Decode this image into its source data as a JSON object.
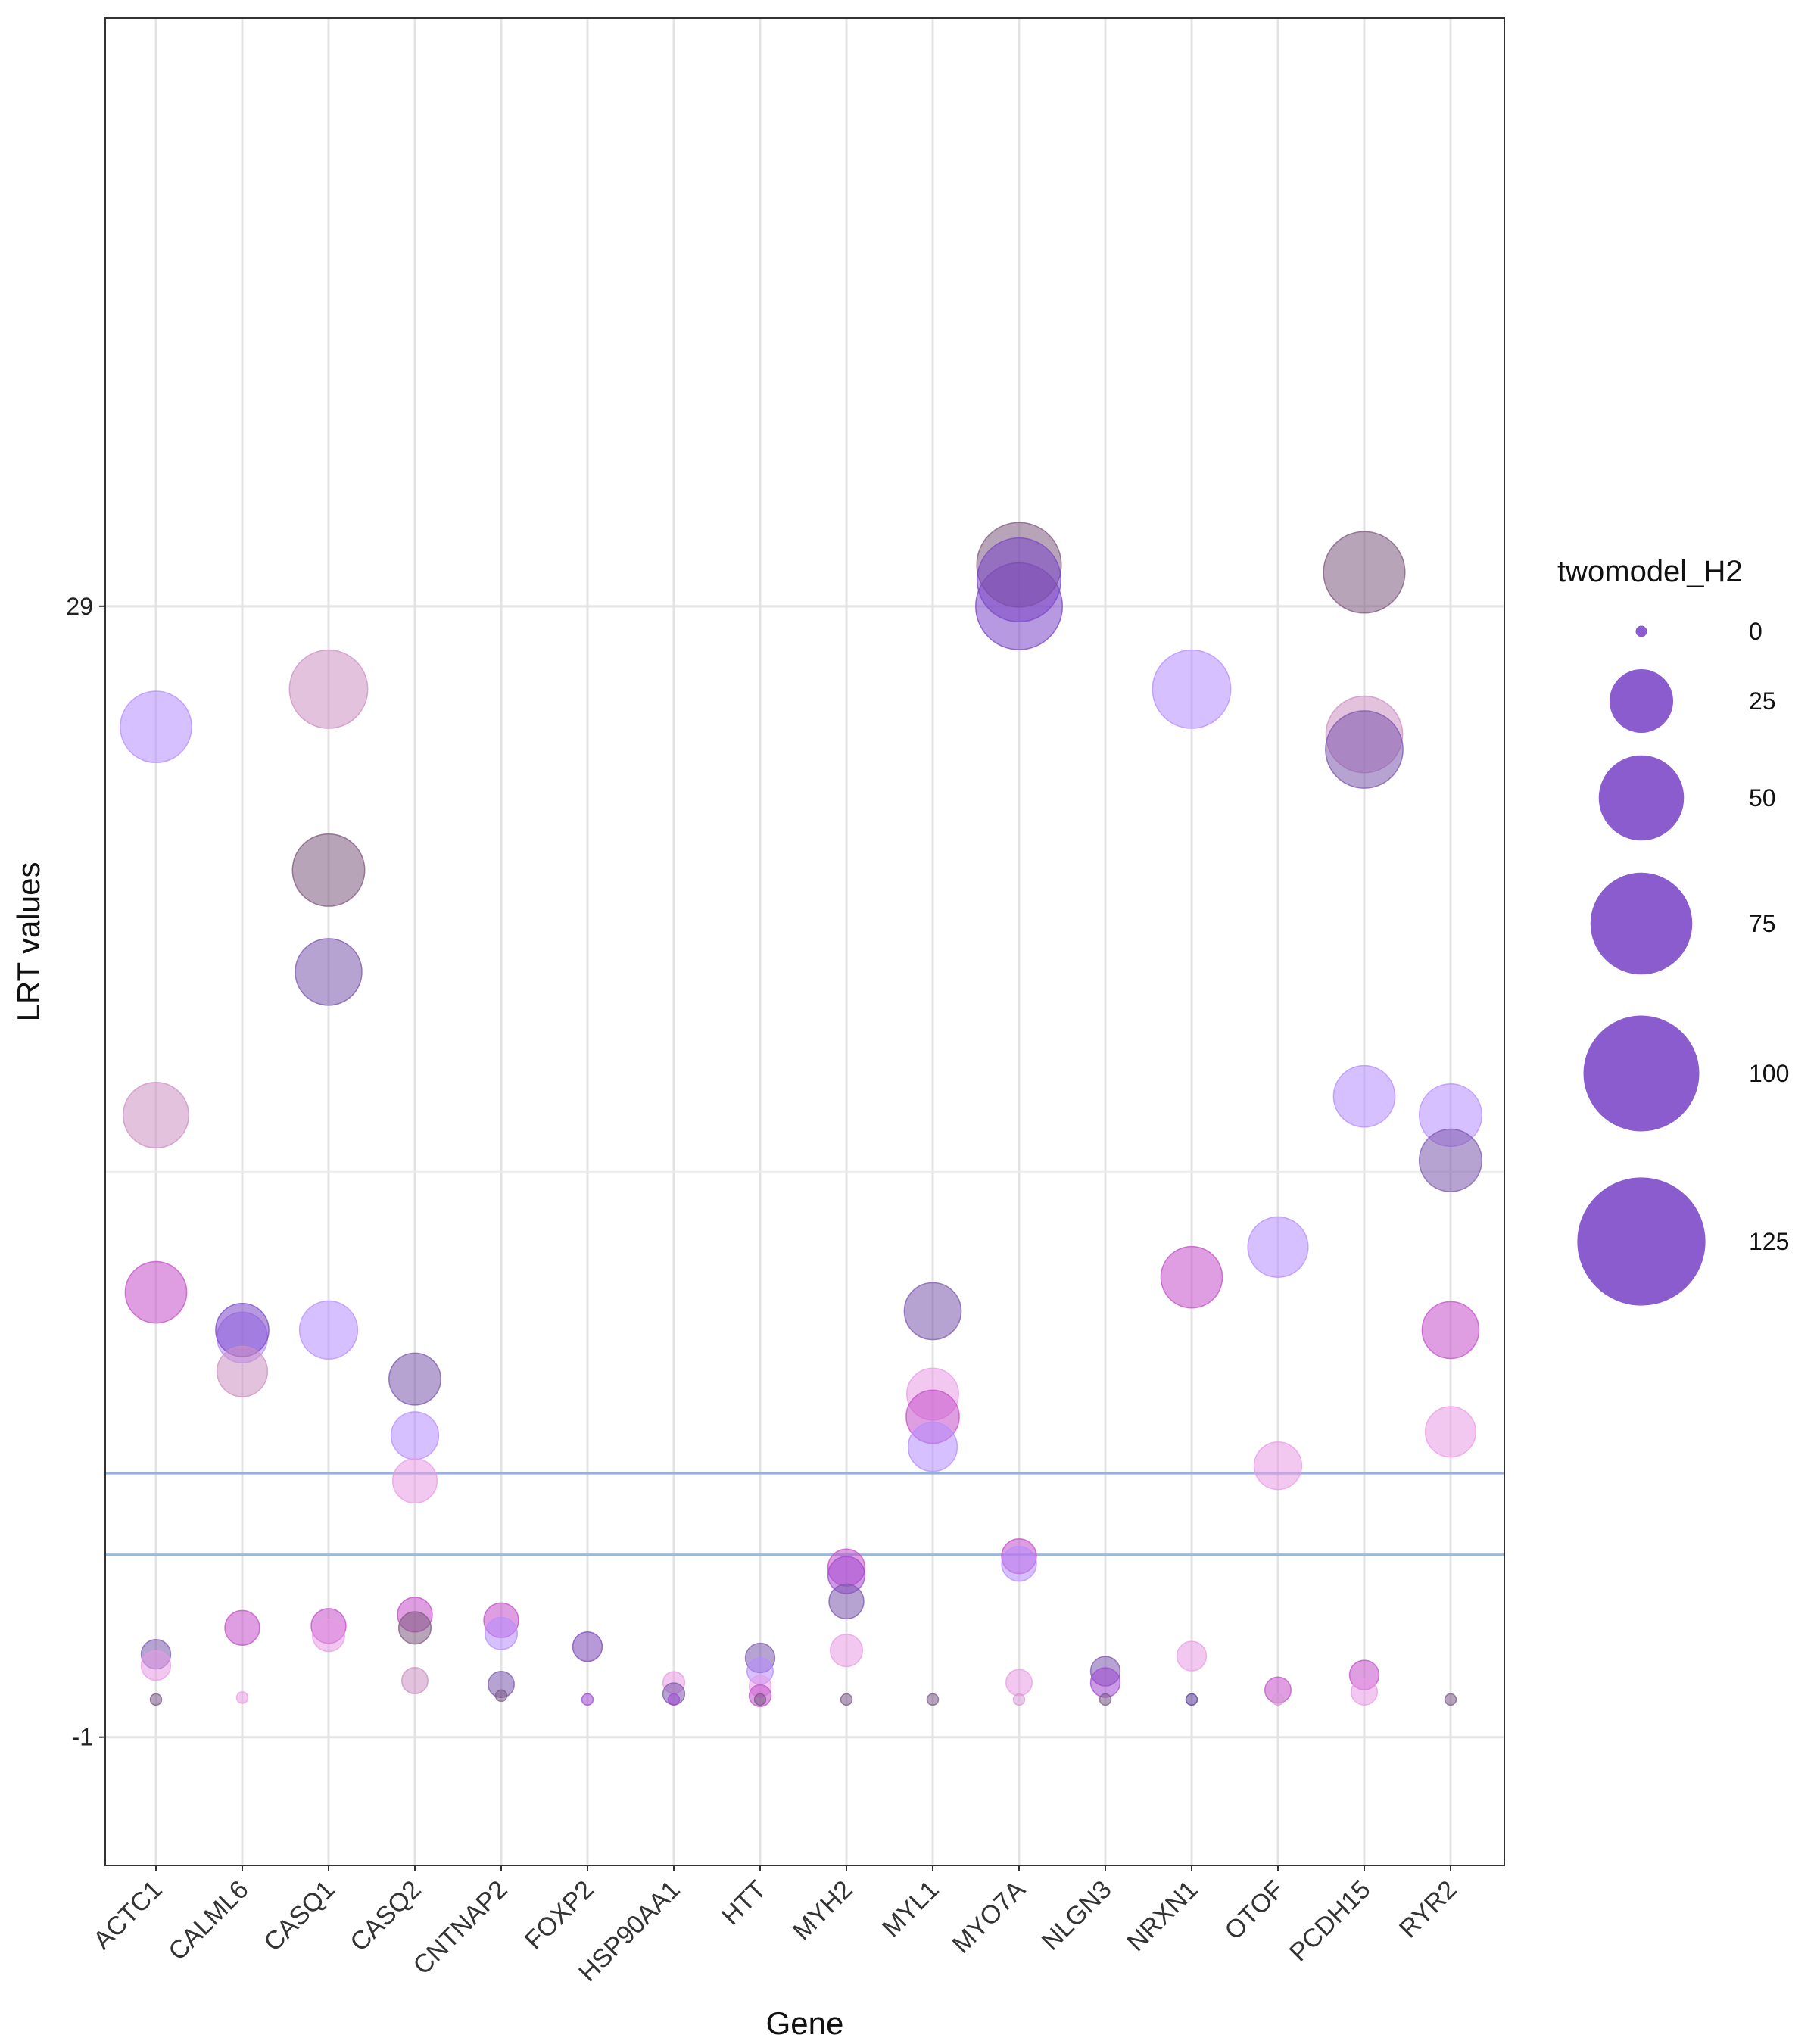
{
  "chart_data": {
    "type": "scatter",
    "title": "",
    "xlabel": "Gene",
    "ylabel": "LRT values",
    "y_ticks": [
      "29",
      "-1"
    ],
    "y_tick_values": [
      29,
      -1
    ],
    "ylim": [
      -4.4,
      44.6
    ],
    "categories": [
      "ACTC1",
      "CALML6",
      "CASQ1",
      "CASQ2",
      "CNTNAP2",
      "FOXP2",
      "HSP90AA1",
      "HTT",
      "MYH2",
      "MYL1",
      "MYO7A",
      "NLGN3",
      "NRXN1",
      "OTOF",
      "PCDH15",
      "RYR2"
    ],
    "reference_lines": [
      {
        "y": 6.0,
        "color": "#8fb3e6"
      },
      {
        "y": 3.84,
        "color": "#9bb9dd"
      }
    ],
    "size_legend": {
      "title": "twomodel_H2",
      "labels": [
        "0",
        "25",
        "50",
        "75",
        "100",
        "125"
      ],
      "values": [
        0,
        25,
        50,
        75,
        100,
        125
      ],
      "color": "#7a45c6"
    },
    "grid": true,
    "legend_position": "right",
    "points": [
      {
        "gene": "ACTC1",
        "y": 25.8,
        "size": 33,
        "color": "#b68cff"
      },
      {
        "gene": "ACTC1",
        "y": 15.5,
        "size": 27,
        "color": "#cc8fc2"
      },
      {
        "gene": "ACTC1",
        "y": 10.8,
        "size": 23,
        "color": "#c34fc8"
      },
      {
        "gene": "ACTC1",
        "y": 1.2,
        "size": 3,
        "color": "#7c58ad"
      },
      {
        "gene": "ACTC1",
        "y": 0.9,
        "size": 3,
        "color": "#e89be6"
      },
      {
        "gene": "ACTC1",
        "y": 0.0,
        "size": 0,
        "color": "#7a5a88"
      },
      {
        "gene": "CALML6",
        "y": 9.6,
        "size": 14,
        "color": "#b68cff"
      },
      {
        "gene": "CALML6",
        "y": 9.8,
        "size": 16,
        "color": "#7a45c6"
      },
      {
        "gene": "CALML6",
        "y": 8.7,
        "size": 14,
        "color": "#cc8fc2"
      },
      {
        "gene": "CALML6",
        "y": 1.9,
        "size": 5,
        "color": "#c34fc8"
      },
      {
        "gene": "CALML6",
        "y": 0.05,
        "size": 0,
        "color": "#e89be6"
      },
      {
        "gene": "CASQ1",
        "y": 26.8,
        "size": 41,
        "color": "#cc8fc2"
      },
      {
        "gene": "CASQ1",
        "y": 22.0,
        "size": 34,
        "color": "#7d5a7d"
      },
      {
        "gene": "CASQ1",
        "y": 19.3,
        "size": 28,
        "color": "#7c58ad"
      },
      {
        "gene": "CASQ1",
        "y": 9.8,
        "size": 20,
        "color": "#b68cff"
      },
      {
        "gene": "CASQ1",
        "y": 1.95,
        "size": 5,
        "color": "#c34fc8"
      },
      {
        "gene": "CASQ1",
        "y": 1.7,
        "size": 4,
        "color": "#e89be6"
      },
      {
        "gene": "CASQ2",
        "y": 8.5,
        "size": 15,
        "color": "#7c58ad"
      },
      {
        "gene": "CASQ2",
        "y": 7.0,
        "size": 12,
        "color": "#b68cff"
      },
      {
        "gene": "CASQ2",
        "y": 5.8,
        "size": 10,
        "color": "#e89be6"
      },
      {
        "gene": "CASQ2",
        "y": 2.25,
        "size": 5,
        "color": "#c34fc8"
      },
      {
        "gene": "CASQ2",
        "y": 1.9,
        "size": 4,
        "color": "#7d5a7d"
      },
      {
        "gene": "CASQ2",
        "y": 0.5,
        "size": 2,
        "color": "#cc8fc2"
      },
      {
        "gene": "CNTNAP2",
        "y": 2.1,
        "size": 5,
        "color": "#c34fc8"
      },
      {
        "gene": "CNTNAP2",
        "y": 1.75,
        "size": 4,
        "color": "#b68cff"
      },
      {
        "gene": "CNTNAP2",
        "y": 0.4,
        "size": 2,
        "color": "#7c58ad"
      },
      {
        "gene": "CNTNAP2",
        "y": 0.1,
        "size": 0,
        "color": "#7a5a88"
      },
      {
        "gene": "FOXP2",
        "y": 1.4,
        "size": 3,
        "color": "#7c45b8"
      },
      {
        "gene": "FOXP2",
        "y": 0.0,
        "size": 0,
        "color": "#a048d4"
      },
      {
        "gene": "HSP90AA1",
        "y": 0.45,
        "size": 1,
        "color": "#e89be6"
      },
      {
        "gene": "HSP90AA1",
        "y": 0.15,
        "size": 1,
        "color": "#7c58ad"
      },
      {
        "gene": "HSP90AA1",
        "y": 0.0,
        "size": 0,
        "color": "#a048d4"
      },
      {
        "gene": "HTT",
        "y": 1.1,
        "size": 3,
        "color": "#7c58ad"
      },
      {
        "gene": "HTT",
        "y": 0.75,
        "size": 2,
        "color": "#b68cff"
      },
      {
        "gene": "HTT",
        "y": 0.35,
        "size": 1,
        "color": "#e89be6"
      },
      {
        "gene": "HTT",
        "y": 0.1,
        "size": 1,
        "color": "#c34fc8"
      },
      {
        "gene": "HTT",
        "y": 0.0,
        "size": 0,
        "color": "#7a5a88"
      },
      {
        "gene": "MYH2",
        "y": 3.5,
        "size": 6,
        "color": "#c34fc8"
      },
      {
        "gene": "MYH2",
        "y": 3.3,
        "size": 6,
        "color": "#a048d4"
      },
      {
        "gene": "MYH2",
        "y": 2.6,
        "size": 5,
        "color": "#7c58ad"
      },
      {
        "gene": "MYH2",
        "y": 1.3,
        "size": 4,
        "color": "#e89be6"
      },
      {
        "gene": "MYH2",
        "y": 0.0,
        "size": 0,
        "color": "#7a5a88"
      },
      {
        "gene": "MYL1",
        "y": 10.3,
        "size": 19,
        "color": "#7c58ad"
      },
      {
        "gene": "MYL1",
        "y": 8.1,
        "size": 15,
        "color": "#e89be6"
      },
      {
        "gene": "MYL1",
        "y": 7.5,
        "size": 16,
        "color": "#c34fc8"
      },
      {
        "gene": "MYL1",
        "y": 6.7,
        "size": 13,
        "color": "#b68cff"
      },
      {
        "gene": "MYL1",
        "y": 0.0,
        "size": 0,
        "color": "#7a5a88"
      },
      {
        "gene": "MYO7A",
        "y": 29.0,
        "size": 52,
        "color": "#7a45c6"
      },
      {
        "gene": "MYO7A",
        "y": 30.1,
        "size": 49,
        "color": "#7d5a7d"
      },
      {
        "gene": "MYO7A",
        "y": 29.7,
        "size": 48,
        "color": "#7a45c6"
      },
      {
        "gene": "MYO7A",
        "y": 3.8,
        "size": 5,
        "color": "#c34fc8"
      },
      {
        "gene": "MYO7A",
        "y": 3.6,
        "size": 5,
        "color": "#b68cff"
      },
      {
        "gene": "MYO7A",
        "y": 0.45,
        "size": 2,
        "color": "#e89be6"
      },
      {
        "gene": "MYO7A",
        "y": 0.0,
        "size": 0,
        "color": "#d79ad5"
      },
      {
        "gene": "NLGN3",
        "y": 0.75,
        "size": 3,
        "color": "#7c58ad"
      },
      {
        "gene": "NLGN3",
        "y": 0.45,
        "size": 3,
        "color": "#a048d4"
      },
      {
        "gene": "NLGN3",
        "y": 0.0,
        "size": 0,
        "color": "#7a5a88"
      },
      {
        "gene": "NRXN1",
        "y": 26.8,
        "size": 41,
        "color": "#b68cff"
      },
      {
        "gene": "NRXN1",
        "y": 11.2,
        "size": 23,
        "color": "#c34fc8"
      },
      {
        "gene": "NRXN1",
        "y": 1.15,
        "size": 3,
        "color": "#e89be6"
      },
      {
        "gene": "NRXN1",
        "y": 0.0,
        "size": 0,
        "color": "#5a3a9a"
      },
      {
        "gene": "OTOF",
        "y": 12.0,
        "size": 22,
        "color": "#b68cff"
      },
      {
        "gene": "OTOF",
        "y": 6.2,
        "size": 12,
        "color": "#e89be6"
      },
      {
        "gene": "OTOF",
        "y": 0.25,
        "size": 2,
        "color": "#c34fc8"
      },
      {
        "gene": "OTOF",
        "y": 0.0,
        "size": 0,
        "color": "#d79ad5"
      },
      {
        "gene": "PCDH15",
        "y": 29.9,
        "size": 45,
        "color": "#7d5a7d"
      },
      {
        "gene": "PCDH15",
        "y": 25.6,
        "size": 39,
        "color": "#cc8fc2"
      },
      {
        "gene": "PCDH15",
        "y": 25.2,
        "size": 40,
        "color": "#7c58ad"
      },
      {
        "gene": "PCDH15",
        "y": 16.0,
        "size": 23,
        "color": "#b68cff"
      },
      {
        "gene": "PCDH15",
        "y": 0.65,
        "size": 3,
        "color": "#c34fc8"
      },
      {
        "gene": "PCDH15",
        "y": 0.2,
        "size": 2,
        "color": "#e89be6"
      },
      {
        "gene": "RYR2",
        "y": 15.5,
        "size": 24,
        "color": "#b68cff"
      },
      {
        "gene": "RYR2",
        "y": 14.3,
        "size": 24,
        "color": "#7c58ad"
      },
      {
        "gene": "RYR2",
        "y": 9.8,
        "size": 19,
        "color": "#c34fc8"
      },
      {
        "gene": "RYR2",
        "y": 7.1,
        "size": 14,
        "color": "#e89be6"
      },
      {
        "gene": "RYR2",
        "y": 0.0,
        "size": 0,
        "color": "#7a5a88"
      }
    ]
  }
}
